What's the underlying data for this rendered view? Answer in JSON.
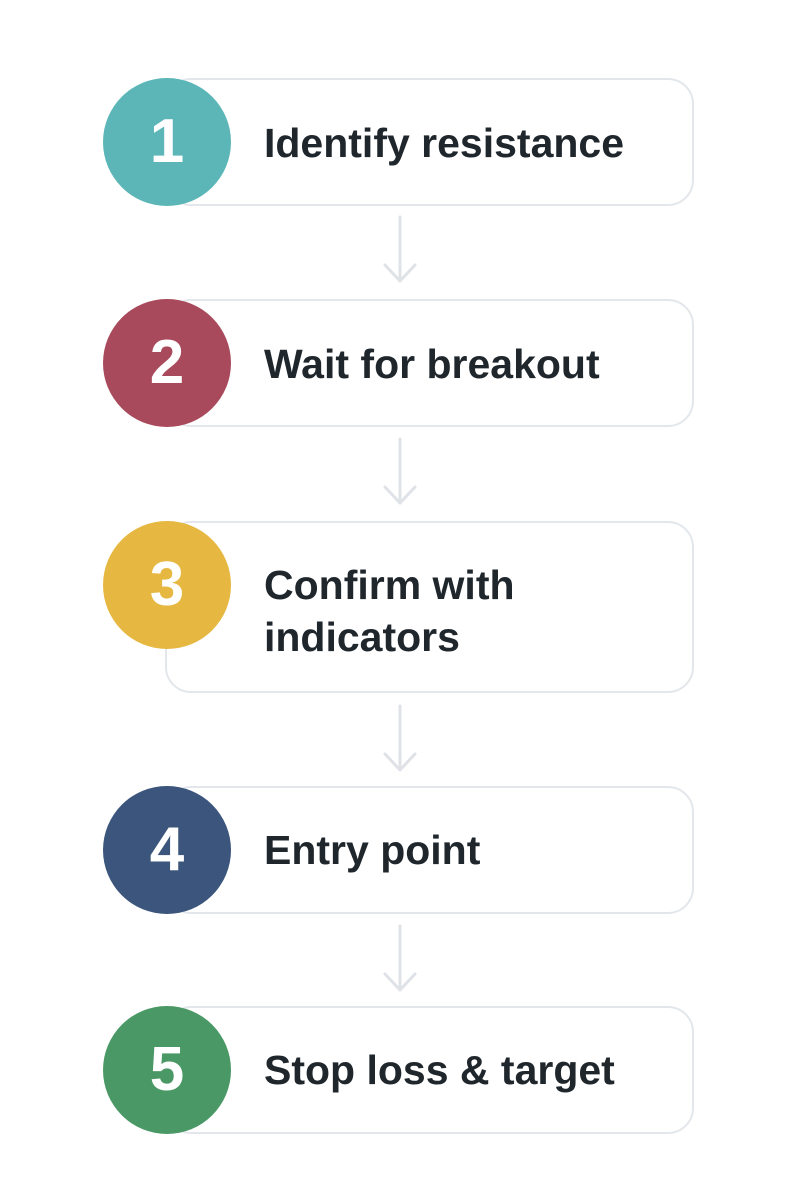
{
  "colors": {
    "card_border": "#e3e7eb",
    "text": "#1f262c",
    "arrow": "#dfe3e7"
  },
  "steps": [
    {
      "number": "1",
      "label": "Identify resistance",
      "color": "#5cb6b7"
    },
    {
      "number": "2",
      "label": "Wait for breakout",
      "color": "#a84a5b"
    },
    {
      "number": "3",
      "label": "Confirm with indicators",
      "color": "#e6b842"
    },
    {
      "number": "4",
      "label": "Entry point",
      "color": "#3b557c"
    },
    {
      "number": "5",
      "label": "Stop loss & target",
      "color": "#4a9865"
    }
  ]
}
